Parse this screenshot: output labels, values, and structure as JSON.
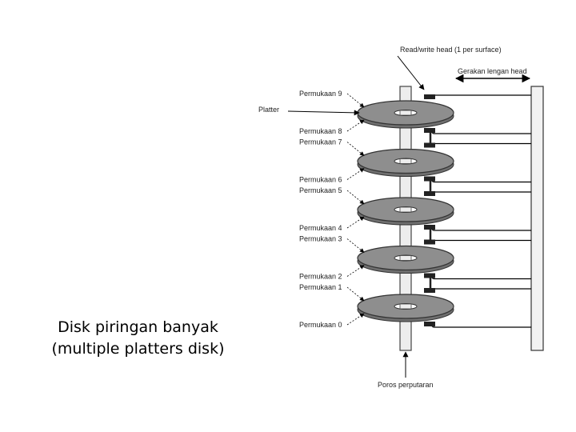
{
  "caption": {
    "line1": "Disk piringan banyak",
    "line2": "(multiple platters disk)"
  },
  "diagram": {
    "readwrite_label": "Read/write head (1 per surface)",
    "arm_motion_label": "Gerakan lengan head",
    "platter_label": "Platter",
    "spindle_label": "Poros perputaran",
    "surfaces": [
      "Permukaan 9",
      "Permukaan 8",
      "Permukaan 7",
      "Permukaan 6",
      "Permukaan 5",
      "Permukaan 4",
      "Permukaan 3",
      "Permukaan 2",
      "Permukaan 1",
      "Permukaan 0"
    ],
    "platter_count": 5,
    "colors": {
      "platter": "#8e8e8e",
      "head": "#222222",
      "line": "#000000"
    }
  }
}
